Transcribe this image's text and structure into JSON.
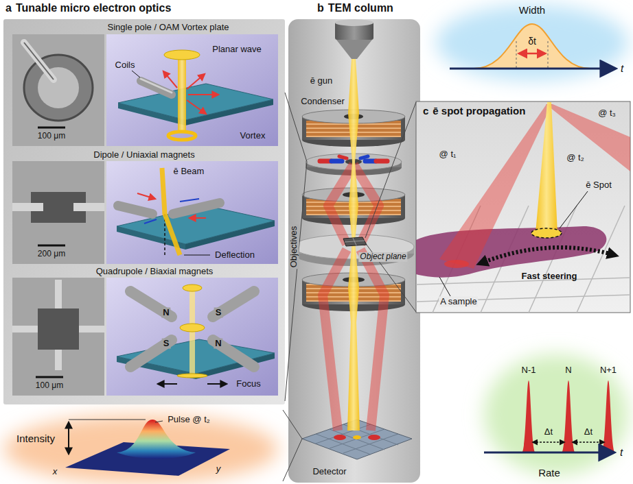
{
  "diagram": {
    "nodes": [
      {
        "text": [
          "a",
          "Tunable micro electron optics"
        ]
      },
      {
        "text": [
          "b",
          "TEM column"
        ]
      },
      {
        "text": [
          "c",
          "ē spot propagation"
        ]
      }
    ],
    "labels": [
      "Single pole / OAM Vortex plate",
      "Coils",
      "Planar wave",
      "Vortex",
      "100 μm",
      "Dipole / Uniaxial magnets",
      "ē Beam",
      "Deflection",
      "200 μm",
      "Quadrupole / Biaxial magnets",
      "N",
      "S",
      "S",
      "N",
      "Focus",
      "100 μm",
      "ē gun",
      "Condenser",
      "Objectives",
      "Object plane",
      "Detector",
      "Width",
      "δt",
      "t",
      "@ t₁",
      "@ t₂",
      "@ t₃",
      "ē Spot",
      "Fast steering",
      "A sample",
      "Intensity",
      "Pulse @ t₂",
      "x",
      "y",
      "N-1",
      "N",
      "N+1",
      "Δt",
      "Δt",
      "t",
      "Rate"
    ]
  }
}
